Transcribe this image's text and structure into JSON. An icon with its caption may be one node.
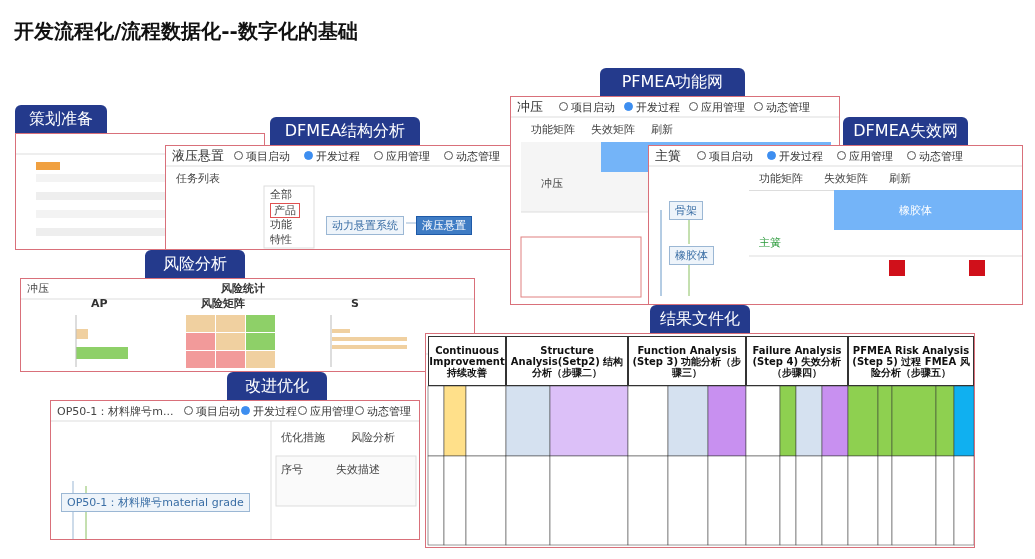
{
  "diagram": {
    "title": "开发流程化/流程数据化--数字化的基础",
    "nodes": [
      {
        "text": [
          "策划准备"
        ]
      },
      {
        "text": [
          "DFMEA结构分析"
        ]
      },
      {
        "text": [
          "风险分析"
        ]
      },
      {
        "text": [
          "改进优化"
        ]
      },
      {
        "text": [
          "PFMEA功能网"
        ]
      },
      {
        "text": [
          "DFMEA失效网"
        ]
      },
      {
        "text": [
          "结果文件化"
        ]
      }
    ],
    "labels": [
      "液压悬置",
      "项目启动",
      "开发过程",
      "应用管理",
      "动态管理",
      "任务列表",
      "全部",
      "产品",
      "功能",
      "特性",
      "动力悬置系统",
      "液压悬置",
      "冲压",
      "项目启动",
      "开发过程",
      "应用管理",
      "动态管理",
      "功能矩阵",
      "失效矩阵",
      "刷新",
      "冲压",
      "主簧",
      "项目启动",
      "开发过程",
      "应用管理",
      "动态管理",
      "功能矩阵",
      "失效矩阵",
      "刷新",
      "骨架",
      "橡胶体",
      "橡胶体",
      "主簧",
      "冲压",
      "风险统计",
      "AP",
      "风险矩阵",
      "S",
      "OP50-1：材料牌号m...",
      "项目启动",
      "开发过程",
      "应用管理",
      "动态管理",
      "优化措施",
      "风险分析",
      "序号",
      "失效描述",
      "OP50-1：材料牌号material grade",
      "Continuous Improvement 持续改善",
      "Structure Analysis(Setp2) 结构分析（步骤二）",
      "Function Analysis (Step 3) 功能分析（步骤三）",
      "Failure Analysis (Step 4) 失效分析（步骤四）",
      "PFMEA Risk Analysis (Step 5) 过程 FMEA 风险分析（步骤五）"
    ]
  }
}
